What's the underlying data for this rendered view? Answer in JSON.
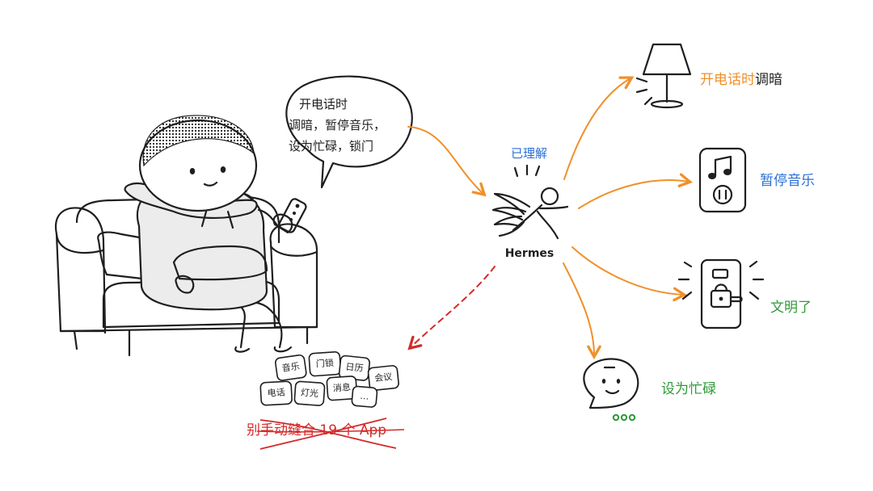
{
  "speech_bubble": {
    "line1": "开电话时",
    "line2": "调暗，暂停音乐，",
    "line3": "设为忙碌，锁门"
  },
  "agent": {
    "understood_label": "已理解",
    "name": "Hermes"
  },
  "actions": [
    {
      "id": "lamp",
      "icon": "lamp-icon",
      "label_colored": "开电话时",
      "label_plain": "调暗",
      "color": "#f0902a"
    },
    {
      "id": "music",
      "icon": "music-player-icon",
      "label_colored": "暂停音乐",
      "label_plain": "",
      "color": "#2a6fd6"
    },
    {
      "id": "lock",
      "icon": "door-lock-icon",
      "label_colored": "文明了",
      "label_plain": "",
      "color": "#2f9a3a"
    },
    {
      "id": "status",
      "icon": "chat-bubble-icon",
      "label_colored": "设为忙碌",
      "label_plain": "",
      "color": "#2f9a3a"
    }
  ],
  "apps": {
    "chips": [
      "音乐",
      "门锁",
      "日历",
      "会议",
      "电话",
      "灯光",
      "消息",
      "…"
    ],
    "crossed_caption": "别手动缝合 19 个 App",
    "caption_color": "#d42a2a"
  },
  "colors": {
    "arrow": "#f0902a",
    "ink": "#1f1f1f"
  }
}
